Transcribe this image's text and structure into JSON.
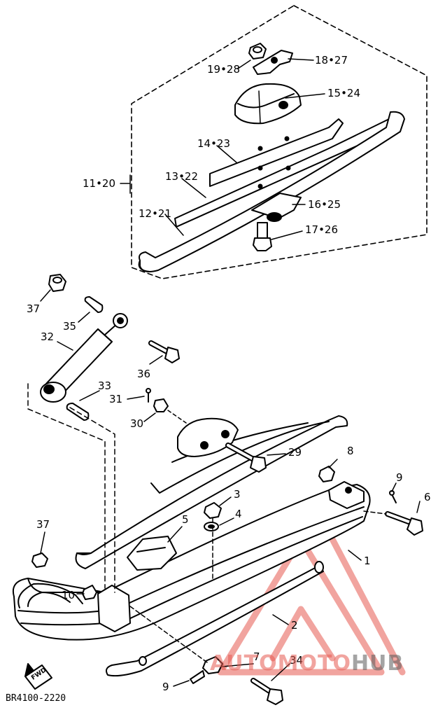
{
  "diagram": {
    "part_labels": [
      {
        "id": "l-19-28",
        "text": "19•28"
      },
      {
        "id": "l-18-27",
        "text": "18•27"
      },
      {
        "id": "l-15-24",
        "text": "15•24"
      },
      {
        "id": "l-14-23",
        "text": "14•23"
      },
      {
        "id": "l-11-20",
        "text": "11•20"
      },
      {
        "id": "l-13-22",
        "text": "13•22"
      },
      {
        "id": "l-16-25",
        "text": "16•25"
      },
      {
        "id": "l-12-21",
        "text": "12•21"
      },
      {
        "id": "l-17-26",
        "text": "17•26"
      },
      {
        "id": "l-37a",
        "text": "37"
      },
      {
        "id": "l-35",
        "text": "35"
      },
      {
        "id": "l-32",
        "text": "32"
      },
      {
        "id": "l-36",
        "text": "36"
      },
      {
        "id": "l-33",
        "text": "33"
      },
      {
        "id": "l-31",
        "text": "31"
      },
      {
        "id": "l-30",
        "text": "30"
      },
      {
        "id": "l-29",
        "text": "29"
      },
      {
        "id": "l-8",
        "text": "8"
      },
      {
        "id": "l-9a",
        "text": "9"
      },
      {
        "id": "l-6",
        "text": "6"
      },
      {
        "id": "l-3",
        "text": "3"
      },
      {
        "id": "l-4",
        "text": "4"
      },
      {
        "id": "l-5",
        "text": "5"
      },
      {
        "id": "l-37b",
        "text": "37"
      },
      {
        "id": "l-1",
        "text": "1"
      },
      {
        "id": "l-10",
        "text": "10"
      },
      {
        "id": "l-2",
        "text": "2"
      },
      {
        "id": "l-7",
        "text": "7"
      },
      {
        "id": "l-34",
        "text": "34"
      },
      {
        "id": "l-9b",
        "text": "9"
      }
    ],
    "drawing_code": "BR4100-2220",
    "fwd_marker": "FWD",
    "watermark": {
      "part1": "AUTOMOTO",
      "part2": "HUB",
      "color_primary": "#e65a50",
      "color_secondary": "#5a5a5a"
    }
  }
}
